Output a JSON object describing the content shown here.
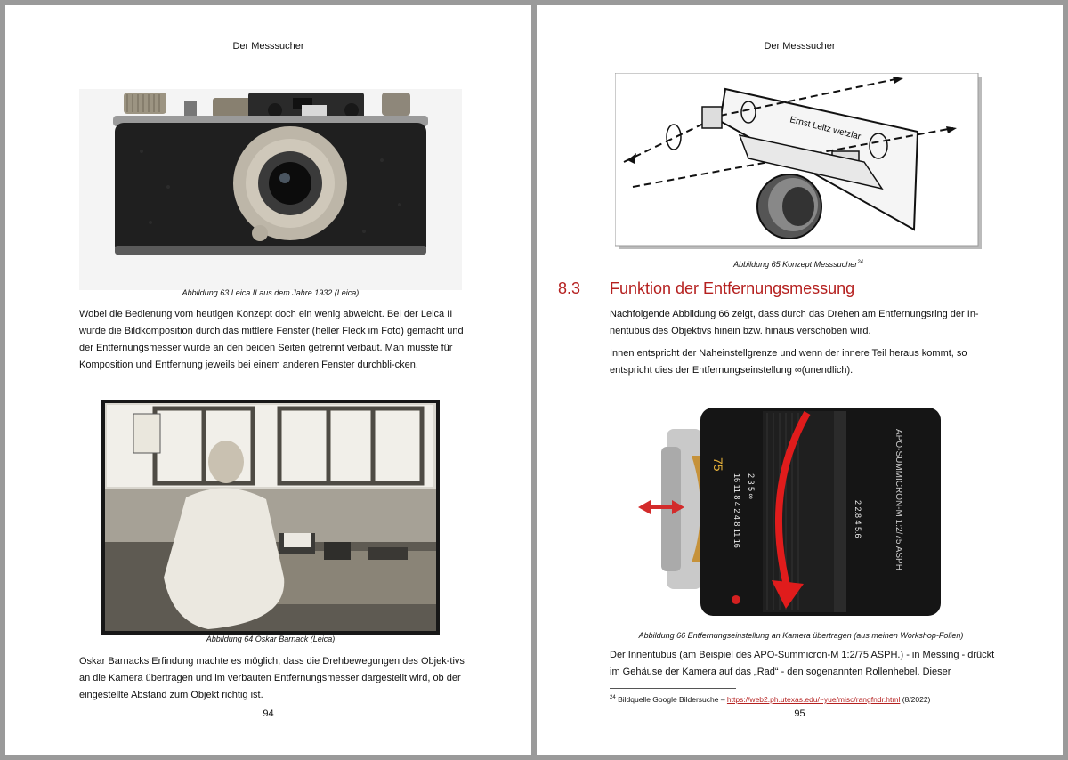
{
  "left_page": {
    "running_head": "Der Messsucher",
    "figure_63": {
      "caption": "Abbildung 63 Leica II aus dem Jahre 1932 (Leica)"
    },
    "paragraph_1": "Wobei die Bedienung vom heutigen Konzept doch ein wenig abweicht. Bei der Leica II wurde die Bildkomposition durch das mittlere Fenster (heller Fleck im Foto) gemacht und der Entfernungsmesser wurde an den beiden Seiten getrennt verbaut. Man musste für Komposition und Entfernung jeweils bei einem anderen Fenster durchbli-cken.",
    "figure_64": {
      "caption": "Abbildung 64 Oskar Barnack (Leica)"
    },
    "paragraph_2": "Oskar Barnacks Erfindung machte es möglich, dass die Drehbewegungen des Objek-tivs an die Kamera übertragen und im verbauten Entfernungsmesser dargestellt wird, ob der eingestellte Abstand zum Objekt richtig ist.",
    "page_number": "94"
  },
  "right_page": {
    "running_head": "Der Messsucher",
    "figure_65": {
      "caption": "Abbildung 65 Konzept Messsucher",
      "footnote_ref": "24",
      "plate_label": "Ernst Leitz wetzlar"
    },
    "section": {
      "number": "8.3",
      "title": "Funktion der Entfernungsmessung"
    },
    "paragraph_1": "Nachfolgende Abbildung 66 zeigt, dass durch das Drehen am Entfernungsring der In-nentubus des Objektivs hinein bzw. hinaus verschoben wird.",
    "paragraph_2": "Innen entspricht der Naheinstellgrenze und wenn der innere Teil heraus kommt, so entspricht dies der Entfernungseinstellung ∞(unendlich).",
    "figure_66": {
      "caption": "Abbildung 66 Entfernungseinstellung an Kamera übertragen (aus meinen Workshop-Folien)"
    },
    "paragraph_3": "Der Innentubus (am Beispiel des APO-Summicron-M 1:2/75 ASPH.) - in Messing - drückt im Gehäuse der Kamera auf das „Rad“ - den sogenannten Rollenhebel. Dieser",
    "footnote": {
      "number": "24",
      "text_before": "Bildquelle Google Bildersuche – ",
      "link": "https://web2.ph.utexas.edu/~yue/misc/rangfndr.html",
      "text_after": " (8/2022)"
    },
    "page_number": "95"
  },
  "colors": {
    "heading_red": "#b5201f",
    "background": "#9a9a9a",
    "page": "#ffffff"
  },
  "icons": [
    "leica-camera-photo",
    "oskar-barnack-photo",
    "rangefinder-diagram",
    "lens-photo"
  ]
}
